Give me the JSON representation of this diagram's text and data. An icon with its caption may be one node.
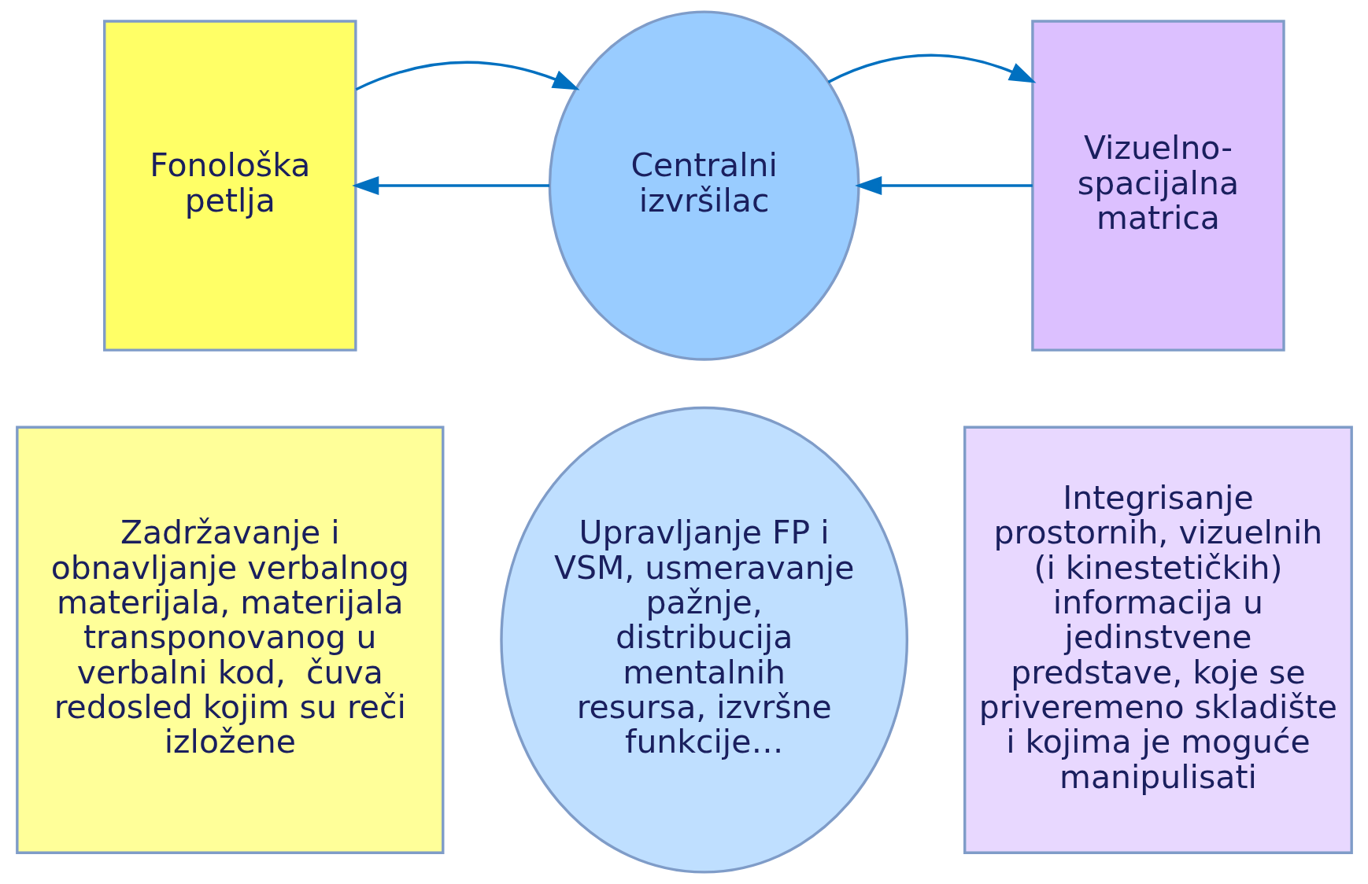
{
  "diagram": {
    "nodes": [
      {
        "text": [
          "Fonološka petlja"
        ]
      },
      {
        "text": [
          "Centralni izvršilac"
        ]
      },
      {
        "text": [
          "Vizuelno-spacijalna matrica"
        ]
      },
      {
        "text": [
          "Zadržavanje i obnavljanje verbalnog materijala, materijala transponovanog u verbalni kod,  čuva redosled kojim su reči izložene"
        ]
      },
      {
        "text": [
          "Upravljanje FP i VSM, usmeravanje pažnje, distribucija mentalnih resursa, izvršne funkcije…"
        ]
      },
      {
        "text": [
          "Integrisanje prostornih, vizuelnih (i kinestetičkih) informacija u jedinstvene predstave, koje se priveremeno skladište i kojima je moguće manipulisati"
        ]
      }
    ],
    "edges": [
      {
        "from": 2,
        "to": 1,
        "arrow": "to"
      },
      {
        "from": 1,
        "to": 0,
        "arrow": "to"
      },
      {
        "from": 0,
        "to": 1,
        "arrow": "to"
      },
      {
        "from": 1,
        "to": 2,
        "arrow": "to"
      }
    ]
  }
}
